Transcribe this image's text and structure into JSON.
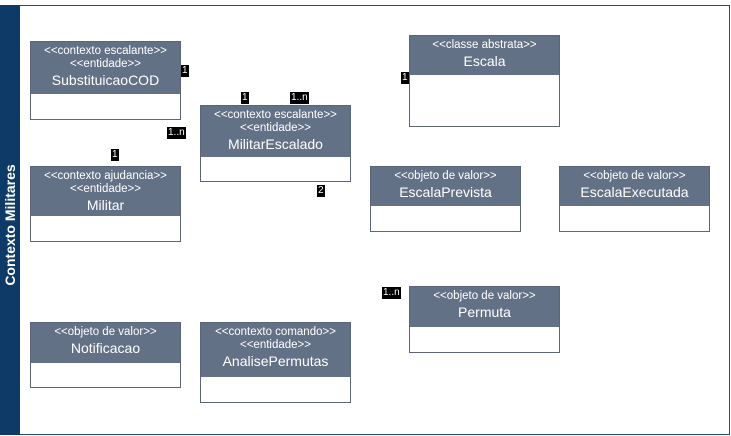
{
  "container": {
    "label": "Contexto Militares"
  },
  "classes": {
    "substituicao": {
      "stereotypes": [
        "<<contexto escalante>>",
        "<<entidade>>"
      ],
      "name": "SubstituicaoCOD"
    },
    "militar_escalado": {
      "stereotypes": [
        "<<contexto escalante>>",
        "<<entidade>>"
      ],
      "name": "MilitarEscalado"
    },
    "escala": {
      "stereotypes": [
        "<<classe abstrata>>"
      ],
      "name": "Escala"
    },
    "militar": {
      "stereotypes": [
        "<<contexto ajudancia>>",
        "<<entidade>>"
      ],
      "name": "Militar"
    },
    "escala_prevista": {
      "stereotypes": [
        "<<objeto de valor>>"
      ],
      "name": "EscalaPrevista"
    },
    "escala_executada": {
      "stereotypes": [
        "<<objeto de valor>>"
      ],
      "name": "EscalaExecutada"
    },
    "notificacao": {
      "stereotypes": [
        "<<objeto de valor>>"
      ],
      "name": "Notificacao"
    },
    "analise_permutas": {
      "stereotypes": [
        "<<contexto comando>>",
        "<<entidade>>"
      ],
      "name": "AnalisePermutas"
    },
    "permuta": {
      "stereotypes": [
        "<<objeto de valor>>"
      ],
      "name": "Permuta"
    }
  },
  "multiplicities": {
    "substituicao_right": "1",
    "escala_left": "1",
    "militar_escalado_top_left": "1",
    "militar_escalado_top_right": "1..n",
    "militar_escalado_left": "1..n",
    "militar_escalado_bottom": "2",
    "militar_top": "1",
    "permuta_left": "1..n"
  }
}
